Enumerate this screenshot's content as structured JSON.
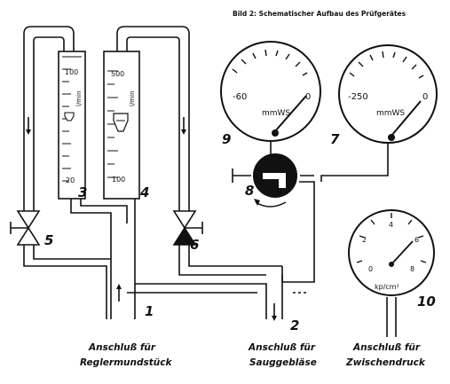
{
  "caption": "Bild 2:  Schematischer Aufbau des Prüfgerätes",
  "numbers": {
    "n1": "1",
    "n2": "2",
    "n3": "3",
    "n4": "4",
    "n5": "5",
    "n6": "6",
    "n7": "7",
    "n8": "8",
    "n9": "9",
    "n10": "10"
  },
  "outlets": {
    "left": {
      "line1": "Anschluß für",
      "line2": "Reglermundstück"
    },
    "middle": {
      "line1": "Anschluß für",
      "line2": "Sauggebläse"
    },
    "right": {
      "line1": "Anschluß für",
      "line2": "Zwischendruck"
    }
  },
  "flowmeter_left": {
    "unit": "l/min",
    "ticks": [
      "100",
      "20"
    ]
  },
  "flowmeter_right": {
    "unit": "l/min",
    "ticks": [
      "500",
      "100"
    ]
  },
  "gauge_left": {
    "min_label": "-60",
    "zero_label": "0",
    "unit": "mmWS"
  },
  "gauge_right": {
    "min_label": "-250",
    "zero_label": "0",
    "unit": "mmWS"
  },
  "gauge_bottom": {
    "ticks": [
      "0",
      "2",
      "4",
      "6",
      "8"
    ],
    "unit": "kp/cm²"
  }
}
